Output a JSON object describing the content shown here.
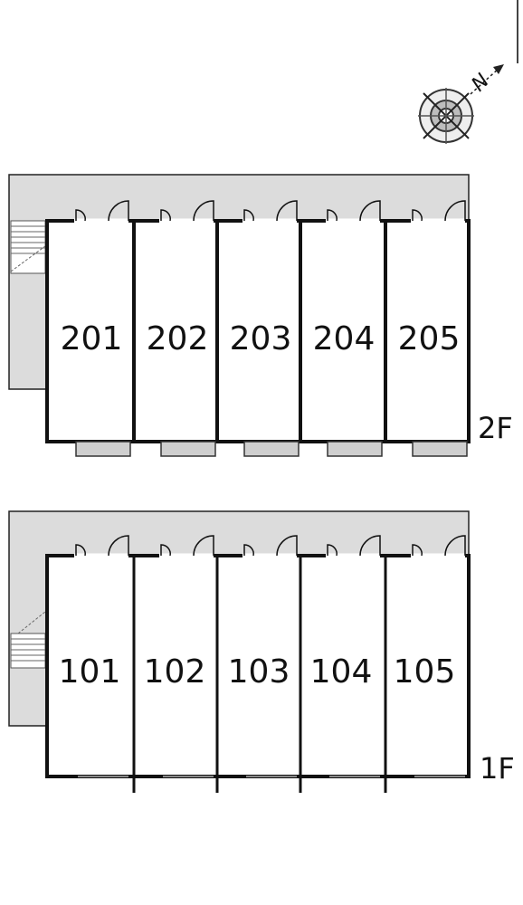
{
  "floors": [
    {
      "label": "2F",
      "units": [
        "201",
        "202",
        "203",
        "204",
        "205"
      ]
    },
    {
      "label": "1F",
      "units": [
        "101",
        "102",
        "103",
        "104",
        "105"
      ]
    }
  ],
  "compass": {
    "letter": "N"
  },
  "colors": {
    "corridor": "#dcdcdc",
    "wall": "#111111",
    "window": "#cfcfcf"
  }
}
